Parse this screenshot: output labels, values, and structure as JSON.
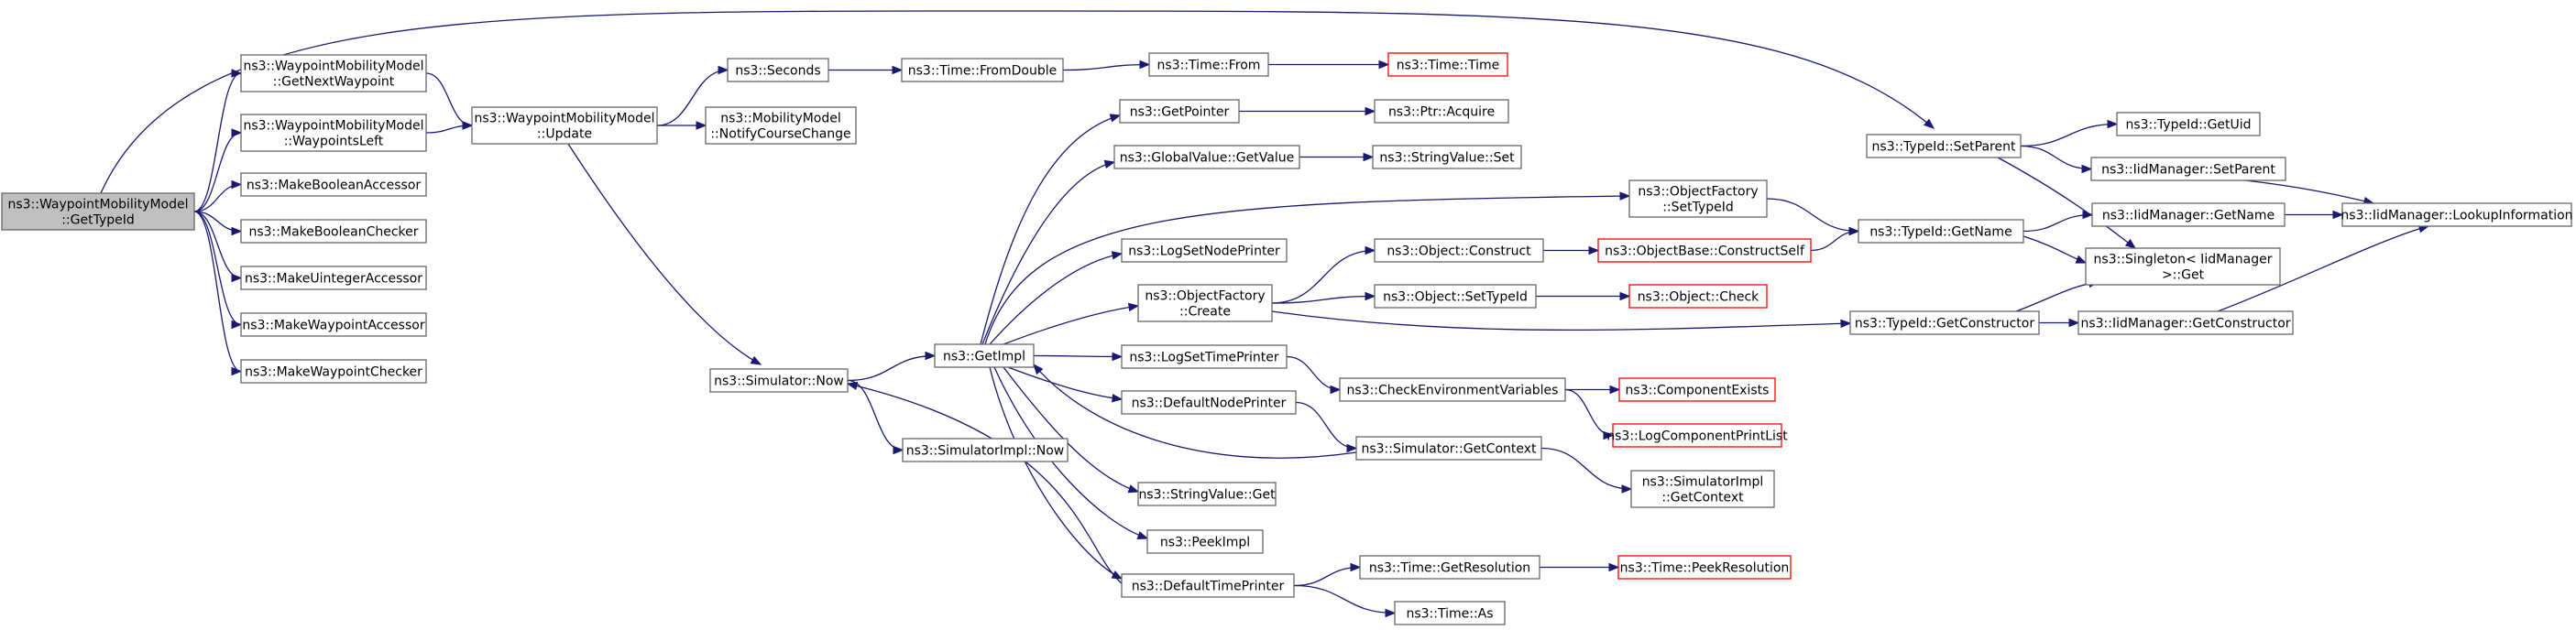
{
  "nodes": [
    {
      "id": "root",
      "lines": [
        "ns3::WaypointMobilityModel",
        "::GetTypeId"
      ],
      "kind": "root"
    },
    {
      "id": "getNextWaypoint",
      "lines": [
        "ns3::WaypointMobilityModel",
        "::GetNextWaypoint"
      ]
    },
    {
      "id": "waypointsLeft",
      "lines": [
        "ns3::WaypointMobilityModel",
        "::WaypointsLeft"
      ]
    },
    {
      "id": "makeBooleanAccessor",
      "lines": [
        "ns3::MakeBooleanAccessor"
      ]
    },
    {
      "id": "makeBooleanChecker",
      "lines": [
        "ns3::MakeBooleanChecker"
      ]
    },
    {
      "id": "makeUintegerAccessor",
      "lines": [
        "ns3::MakeUintegerAccessor"
      ]
    },
    {
      "id": "makeWaypointAccessor",
      "lines": [
        "ns3::MakeWaypointAccessor"
      ]
    },
    {
      "id": "makeWaypointChecker",
      "lines": [
        "ns3::MakeWaypointChecker"
      ]
    },
    {
      "id": "update",
      "lines": [
        "ns3::WaypointMobilityModel",
        "::Update"
      ]
    },
    {
      "id": "seconds",
      "lines": [
        "ns3::Seconds"
      ]
    },
    {
      "id": "notifyCourseChange",
      "lines": [
        "ns3::MobilityModel",
        "::NotifyCourseChange"
      ]
    },
    {
      "id": "fromDouble",
      "lines": [
        "ns3::Time::FromDouble"
      ]
    },
    {
      "id": "timeFrom",
      "lines": [
        "ns3::Time::From"
      ]
    },
    {
      "id": "timeTime",
      "lines": [
        "ns3::Time::Time"
      ],
      "kind": "trunc"
    },
    {
      "id": "simulatorNow",
      "lines": [
        "ns3::Simulator::Now"
      ]
    },
    {
      "id": "simulatorImplNow",
      "lines": [
        "ns3::SimulatorImpl::Now"
      ]
    },
    {
      "id": "getImpl",
      "lines": [
        "ns3::GetImpl"
      ]
    },
    {
      "id": "getPointer",
      "lines": [
        "ns3::GetPointer"
      ]
    },
    {
      "id": "ptrAcquire",
      "lines": [
        "ns3::Ptr::Acquire"
      ]
    },
    {
      "id": "globalValueGetValue",
      "lines": [
        "ns3::GlobalValue::GetValue"
      ]
    },
    {
      "id": "stringValueSet",
      "lines": [
        "ns3::StringValue::Set"
      ]
    },
    {
      "id": "logSetNodePrinter",
      "lines": [
        "ns3::LogSetNodePrinter"
      ]
    },
    {
      "id": "objectFactoryCreate",
      "lines": [
        "ns3::ObjectFactory",
        "::Create"
      ]
    },
    {
      "id": "objectConstruct",
      "lines": [
        "ns3::Object::Construct"
      ]
    },
    {
      "id": "objectBaseConstructSelf",
      "lines": [
        "ns3::ObjectBase::ConstructSelf"
      ],
      "kind": "trunc"
    },
    {
      "id": "objectSetTypeId",
      "lines": [
        "ns3::Object::SetTypeId"
      ]
    },
    {
      "id": "objectCheck",
      "lines": [
        "ns3::Object::Check"
      ],
      "kind": "trunc"
    },
    {
      "id": "objectFactorySetTypeId",
      "lines": [
        "ns3::ObjectFactory",
        "::SetTypeId"
      ]
    },
    {
      "id": "typeIdGetName",
      "lines": [
        "ns3::TypeId::GetName"
      ]
    },
    {
      "id": "logSetTimePrinter",
      "lines": [
        "ns3::LogSetTimePrinter"
      ]
    },
    {
      "id": "checkEnvVars",
      "lines": [
        "ns3::CheckEnvironmentVariables"
      ]
    },
    {
      "id": "componentExists",
      "lines": [
        "ns3::ComponentExists"
      ],
      "kind": "trunc"
    },
    {
      "id": "logComponentPrintList",
      "lines": [
        "ns3::LogComponentPrintList"
      ],
      "kind": "trunc"
    },
    {
      "id": "defaultNodePrinter",
      "lines": [
        "ns3::DefaultNodePrinter"
      ]
    },
    {
      "id": "simulatorGetContext",
      "lines": [
        "ns3::Simulator::GetContext"
      ]
    },
    {
      "id": "simulatorImplGetContext",
      "lines": [
        "ns3::SimulatorImpl",
        "::GetContext"
      ]
    },
    {
      "id": "stringValueGet",
      "lines": [
        "ns3::StringValue::Get"
      ]
    },
    {
      "id": "peekImpl",
      "lines": [
        "ns3::PeekImpl"
      ]
    },
    {
      "id": "defaultTimePrinter",
      "lines": [
        "ns3::DefaultTimePrinter"
      ]
    },
    {
      "id": "timeGetResolution",
      "lines": [
        "ns3::Time::GetResolution"
      ]
    },
    {
      "id": "timePeekResolution",
      "lines": [
        "ns3::Time::PeekResolution"
      ],
      "kind": "trunc"
    },
    {
      "id": "timeAs",
      "lines": [
        "ns3::Time::As"
      ]
    },
    {
      "id": "typeIdSetParent",
      "lines": [
        "ns3::TypeId::SetParent"
      ]
    },
    {
      "id": "typeIdGetUid",
      "lines": [
        "ns3::TypeId::GetUid"
      ]
    },
    {
      "id": "iidSetParent",
      "lines": [
        "ns3::IidManager::SetParent"
      ]
    },
    {
      "id": "iidGetName",
      "lines": [
        "ns3::IidManager::GetName"
      ]
    },
    {
      "id": "iidLookupInformation",
      "lines": [
        "ns3::IidManager::LookupInformation"
      ]
    },
    {
      "id": "singletonGet",
      "lines": [
        "ns3::Singleton< IidManager",
        " >::Get"
      ]
    },
    {
      "id": "typeIdGetConstructor",
      "lines": [
        "ns3::TypeId::GetConstructor"
      ]
    },
    {
      "id": "iidGetConstructor",
      "lines": [
        "ns3::IidManager::GetConstructor"
      ]
    }
  ],
  "edges": [
    [
      "root",
      "getNextWaypoint"
    ],
    [
      "root",
      "waypointsLeft"
    ],
    [
      "root",
      "makeBooleanAccessor"
    ],
    [
      "root",
      "makeBooleanChecker"
    ],
    [
      "root",
      "makeUintegerAccessor"
    ],
    [
      "root",
      "makeWaypointAccessor"
    ],
    [
      "root",
      "makeWaypointChecker"
    ],
    [
      "root",
      "typeIdSetParent"
    ],
    [
      "getNextWaypoint",
      "update"
    ],
    [
      "waypointsLeft",
      "update"
    ],
    [
      "update",
      "seconds"
    ],
    [
      "update",
      "notifyCourseChange"
    ],
    [
      "update",
      "simulatorNow"
    ],
    [
      "seconds",
      "fromDouble"
    ],
    [
      "fromDouble",
      "timeFrom"
    ],
    [
      "timeFrom",
      "timeTime"
    ],
    [
      "simulatorNow",
      "getImpl"
    ],
    [
      "simulatorNow",
      "simulatorImplNow"
    ],
    [
      "getImpl",
      "getPointer"
    ],
    [
      "getImpl",
      "globalValueGetValue"
    ],
    [
      "getImpl",
      "objectFactorySetTypeId"
    ],
    [
      "getImpl",
      "logSetNodePrinter"
    ],
    [
      "getImpl",
      "objectFactoryCreate"
    ],
    [
      "getImpl",
      "logSetTimePrinter"
    ],
    [
      "getImpl",
      "defaultNodePrinter"
    ],
    [
      "getImpl",
      "stringValueGet"
    ],
    [
      "getImpl",
      "peekImpl"
    ],
    [
      "getImpl",
      "defaultTimePrinter"
    ],
    [
      "getPointer",
      "ptrAcquire"
    ],
    [
      "globalValueGetValue",
      "stringValueSet"
    ],
    [
      "objectFactorySetTypeId",
      "typeIdGetName"
    ],
    [
      "objectFactoryCreate",
      "objectConstruct"
    ],
    [
      "objectFactoryCreate",
      "objectSetTypeId"
    ],
    [
      "objectFactoryCreate",
      "typeIdGetConstructor"
    ],
    [
      "objectConstruct",
      "objectBaseConstructSelf"
    ],
    [
      "objectBaseConstructSelf",
      "typeIdGetName"
    ],
    [
      "objectSetTypeId",
      "objectCheck"
    ],
    [
      "logSetTimePrinter",
      "checkEnvVars"
    ],
    [
      "checkEnvVars",
      "componentExists"
    ],
    [
      "checkEnvVars",
      "logComponentPrintList"
    ],
    [
      "defaultNodePrinter",
      "simulatorGetContext"
    ],
    [
      "simulatorGetContext",
      "getImpl"
    ],
    [
      "simulatorGetContext",
      "simulatorImplGetContext"
    ],
    [
      "defaultTimePrinter",
      "simulatorNow"
    ],
    [
      "defaultTimePrinter",
      "timeGetResolution"
    ],
    [
      "defaultTimePrinter",
      "timeAs"
    ],
    [
      "timeGetResolution",
      "timePeekResolution"
    ],
    [
      "typeIdSetParent",
      "typeIdGetUid"
    ],
    [
      "typeIdSetParent",
      "iidSetParent"
    ],
    [
      "typeIdSetParent",
      "singletonGet"
    ],
    [
      "iidSetParent",
      "iidLookupInformation"
    ],
    [
      "typeIdGetName",
      "iidGetName"
    ],
    [
      "typeIdGetName",
      "singletonGet"
    ],
    [
      "iidGetName",
      "iidLookupInformation"
    ],
    [
      "typeIdGetConstructor",
      "singletonGet"
    ],
    [
      "typeIdGetConstructor",
      "iidGetConstructor"
    ],
    [
      "iidGetConstructor",
      "iidLookupInformation"
    ]
  ],
  "colors": {
    "edge": "#191970",
    "node_border": "#666666",
    "root_fill": "#bfbfbf",
    "truncated_border": "#ff0000"
  }
}
